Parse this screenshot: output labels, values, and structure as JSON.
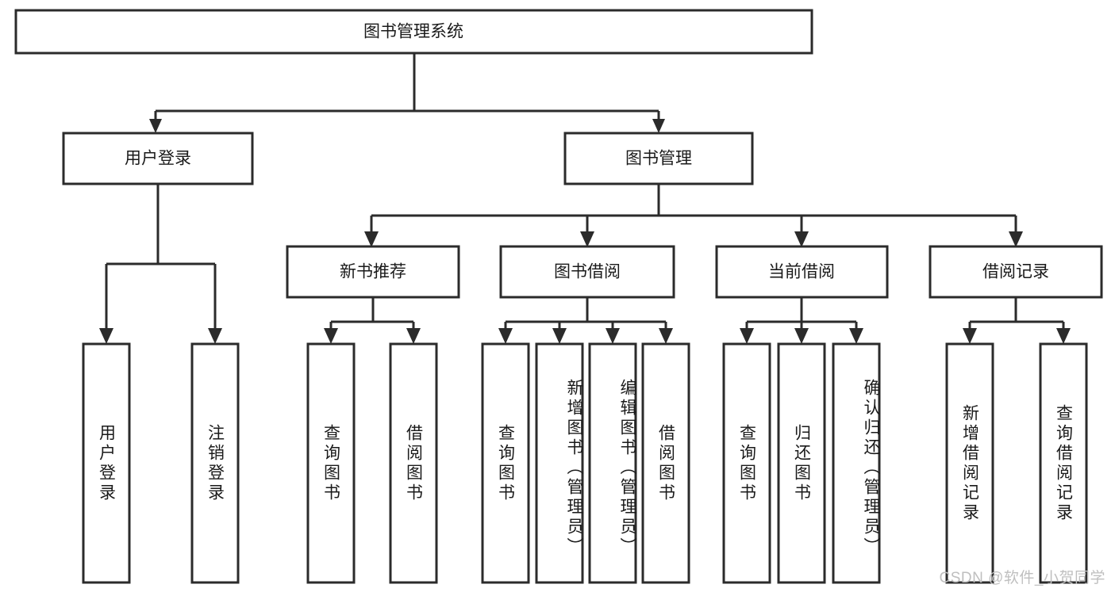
{
  "diagram": {
    "title": "图书管理系统",
    "type": "tree",
    "watermark": "CSDN @软件_小贺同学",
    "colors": {
      "box_stroke": "#2b2b2b",
      "box_fill": "#ffffff",
      "text": "#1a1a1a",
      "watermark": "#bfbfbf",
      "background": "#ffffff"
    },
    "levels": {
      "root": {
        "label": "图书管理系统"
      },
      "level2": [
        {
          "label": "用户登录"
        },
        {
          "label": "图书管理"
        }
      ],
      "level3": [
        {
          "label": "新书推荐"
        },
        {
          "label": "图书借阅"
        },
        {
          "label": "当前借阅"
        },
        {
          "label": "借阅记录"
        }
      ]
    },
    "groups": [
      {
        "parent": "用户登录",
        "leaves": [
          "用户登录",
          "注销登录"
        ]
      },
      {
        "parent": "新书推荐",
        "leaves": [
          "查询图书",
          "借阅图书"
        ]
      },
      {
        "parent": "图书借阅",
        "leaves": [
          "查询图书",
          "新增图书（管理员）",
          "编辑图书（管理员）",
          "借阅图书"
        ]
      },
      {
        "parent": "当前借阅",
        "leaves": [
          "查询图书",
          "归还图书",
          "确认归还（管理员）"
        ]
      },
      {
        "parent": "借阅记录",
        "leaves": [
          "新增借阅记录",
          "查询借阅记录"
        ]
      }
    ],
    "nodes": {
      "root": "图书管理系统",
      "n_user_login": "用户登录",
      "n_book_mgmt": "图书管理",
      "n_new_book": "新书推荐",
      "n_borrow": "图书借阅",
      "n_current": "当前借阅",
      "n_record": "借阅记录",
      "l_user_login": "用户登录",
      "l_logout": "注销登录",
      "l_query_book_1": "查询图书",
      "l_borrow_book_1": "借阅图书",
      "l_query_book_2": "查询图书",
      "l_add_book": "新增图书（管理员）",
      "l_edit_book": "编辑图书（管理员）",
      "l_borrow_book_2": "借阅图书",
      "l_query_book_3": "查询图书",
      "l_return_book": "归还图书",
      "l_confirm_return": "确认归还（管理员）",
      "l_add_record": "新增借阅记录",
      "l_query_record": "查询借阅记录"
    }
  }
}
